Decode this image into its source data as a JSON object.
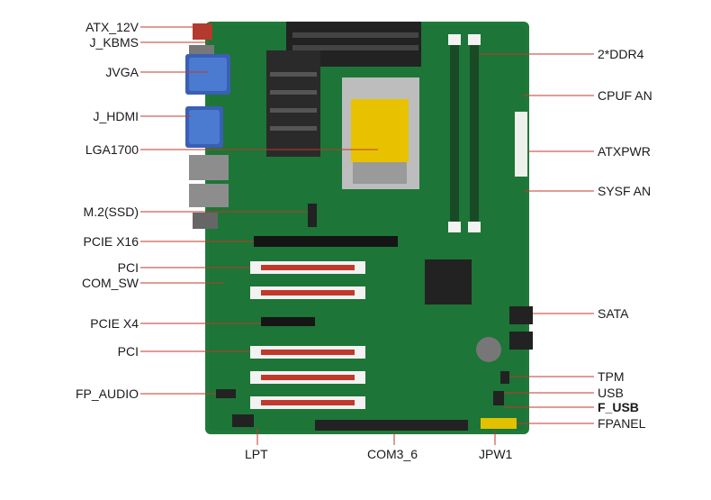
{
  "image": {
    "subject": "industrial-motherboard",
    "colors": {
      "pcb": "#1f7a3a",
      "pcb_dark": "#15602c",
      "slot_white": "#f2f2f2",
      "slot_red": "#c0392b",
      "heatsink": "#222222",
      "line": "#c0392b",
      "text": "#1a1a1a"
    }
  },
  "labels": {
    "atx12v": "ATX_12V",
    "jkbms": "J_KBMS",
    "jvga": "JVGA",
    "jhdmi": "J_HDMI",
    "lga1700": "LGA1700",
    "m2ssd": "M.2(SSD)",
    "pciex16": "PCIE X16",
    "pci_top": "PCI",
    "comsw": "COM_SW",
    "pciex4": "PCIE X4",
    "pci_bottom": "PCI",
    "fpaudio": "FP_AUDIO",
    "lpt": "LPT",
    "com36": "COM3_6",
    "jpw1": "JPW1",
    "ddr4": "2*DDR4",
    "cpufan": "CPUF AN",
    "atxpwr": "ATXPWR",
    "sysfan": "SYSF AN",
    "sata": "SATA",
    "tpm": "TPM",
    "usb": "USB",
    "fusb": "F_USB",
    "fpanel": "FPANEL"
  }
}
